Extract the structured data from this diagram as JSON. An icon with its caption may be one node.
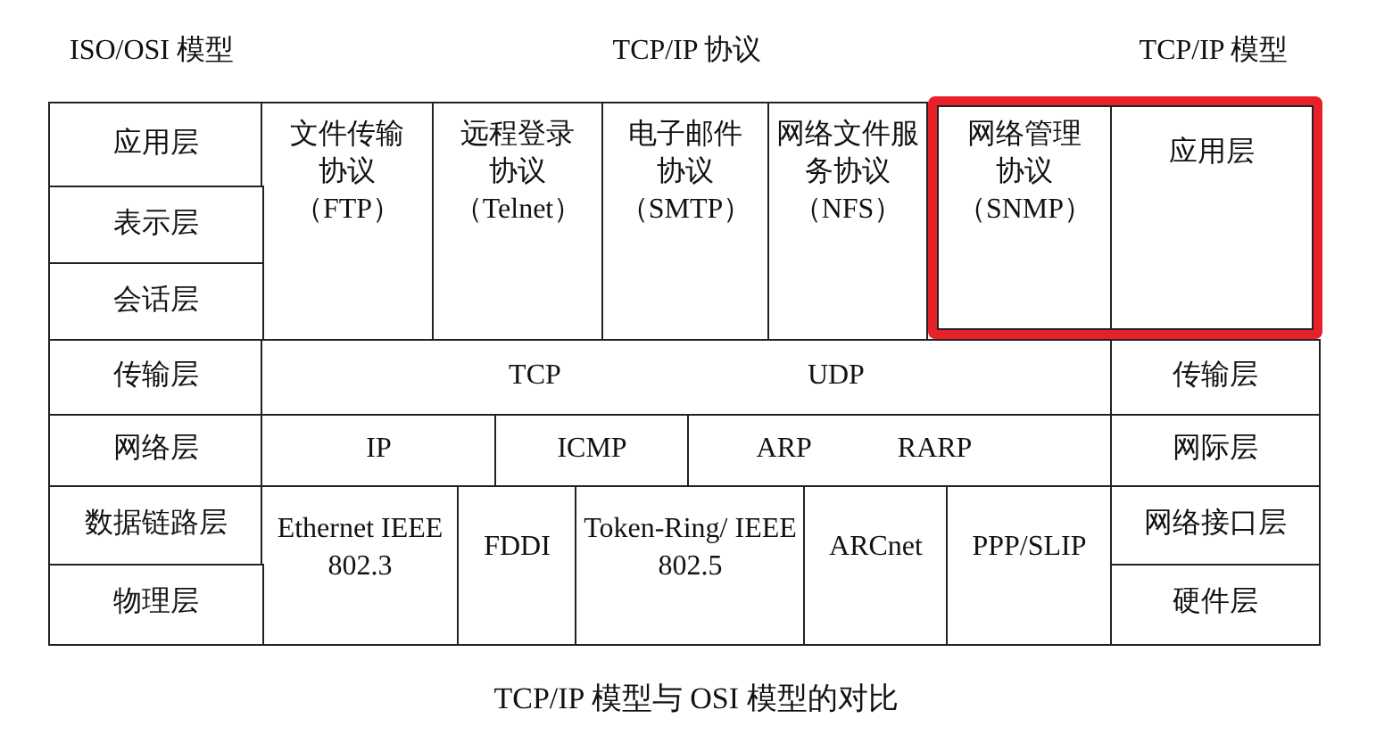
{
  "diagram": {
    "caption": "TCP/IP 模型与 OSI 模型的对比",
    "nodes": [
      {
        "text": [
          "应用层"
        ]
      },
      {
        "text": [
          "文件传输协议（FTP）"
        ]
      },
      {
        "text": [
          "远程登录协议（Telnet）"
        ]
      },
      {
        "text": [
          "电子邮件协议（SMTP）"
        ]
      },
      {
        "text": [
          "网络文件服务协议（NFS）"
        ]
      },
      {
        "text": [],
        "shape": "box"
      },
      {
        "text": [
          "网络管理协议（SNMP）"
        ],
        "in": 5
      },
      {
        "text": [
          "应用层"
        ],
        "in": 5
      },
      {
        "text": [
          "表示层"
        ]
      },
      {
        "text": [
          "会话层"
        ]
      },
      {
        "text": [
          "传输层"
        ]
      },
      {
        "text": [
          "TCP",
          "UDP"
        ]
      },
      {
        "text": [
          "传输层"
        ]
      },
      {
        "text": [
          "网络层"
        ]
      },
      {
        "text": [
          "IP"
        ]
      },
      {
        "text": [
          "ICMP"
        ]
      },
      {
        "text": [
          "ARP",
          "RARP"
        ]
      },
      {
        "text": [
          "网际层"
        ]
      },
      {
        "text": [
          "数据链路层"
        ]
      },
      {
        "text": [
          "Ethernet IEEE 802.3"
        ]
      },
      {
        "text": [
          "FDDI"
        ]
      },
      {
        "text": [
          "Token-Ring/ IEEE 802.5"
        ]
      },
      {
        "text": [
          "ARCnet"
        ]
      },
      {
        "text": [
          "PPP/SLIP"
        ]
      },
      {
        "text": [
          "网络接口层"
        ]
      },
      {
        "text": [
          "物理层"
        ]
      },
      {
        "text": [
          "硬件层"
        ]
      }
    ],
    "labels": [
      "ISO/OSI 模型",
      "TCP/IP 协议",
      "TCP/IP 模型"
    ]
  }
}
